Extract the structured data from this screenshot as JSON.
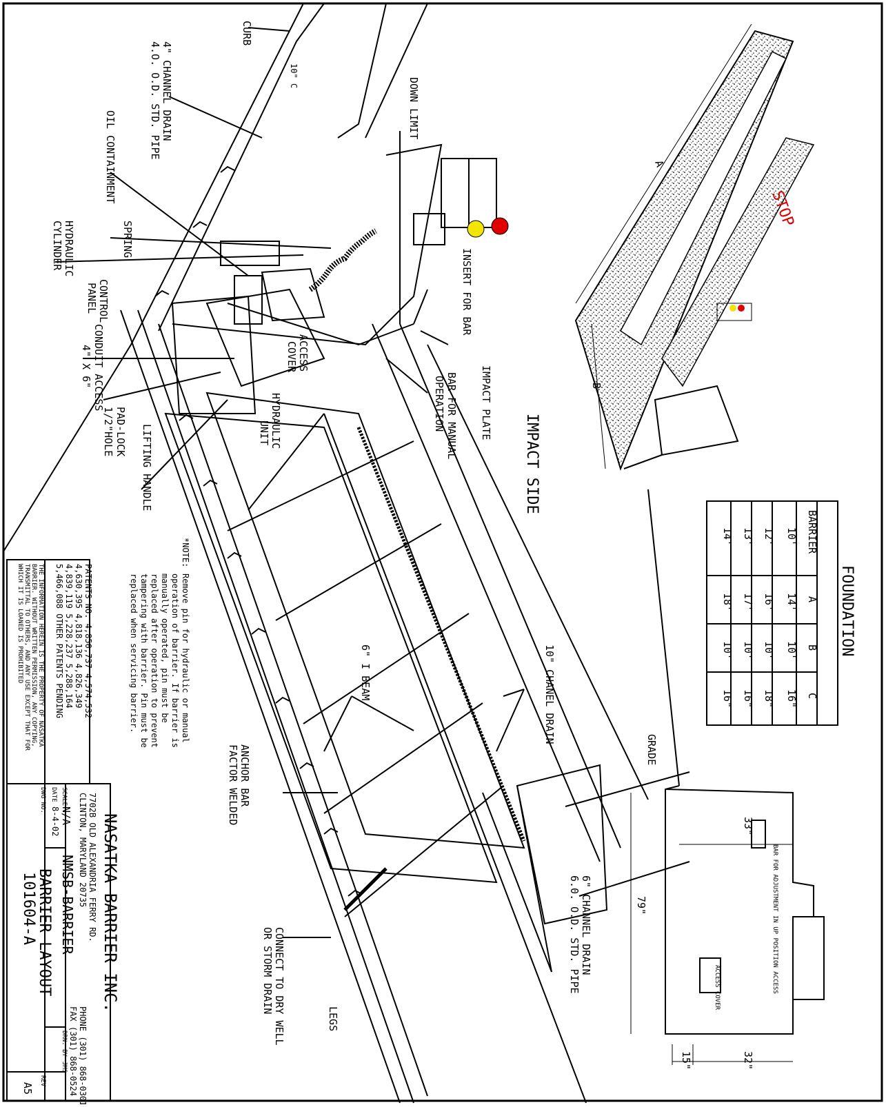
{
  "labels": {
    "curb": "CURB",
    "channel_drain_4": "4\" CHANNEL DRAIN",
    "pipe_4": "4.O. O.D. STD. PIPE",
    "down_limit": "DOWN LIMIT",
    "oil_containment": "OIL CONTAINMENT",
    "spring": "SPRING",
    "hydraulic": "HYDRAULIC",
    "cylinder": "CYLINDER",
    "control": "CONTROL",
    "panel": "PANEL",
    "conduit_access": "CONDUIT ACCESS",
    "conduit_size": "4\" X 6\"",
    "access": "ACCESS",
    "cover": "COVER",
    "pad_lock": "PAD-LOCK",
    "half_hole": "1/2\"HOLE",
    "lifting_handle": "LIFTING HANDLE",
    "hydraulic2": "HYDRAULIC",
    "unit": "UNIT",
    "insert_for_bar": "INSERT FOR BAR",
    "impact_plate": "IMPACT PLATE",
    "bar_manual": "BAR FOR MANUAL",
    "operation": "OPERATION",
    "impact_side": "IMPACT SIDE",
    "ten_c": "10\" C",
    "channel_drain_10": "10\" CHANEL DRAIN",
    "i_beam": "6\" I BEAM",
    "anchor_bar": "ANCHOR BAR",
    "factor_welded": "FACTOR WELDED",
    "channel_drain_6": "6\" CHANNEL DRAIN",
    "pipe_6": "6.0. O.D. STD. PIPE",
    "connect_dry": "CONNECT TO DRY WELL",
    "storm_drain": "OR STORM DRAIN",
    "legs": "LEGS",
    "grade": "GRADE",
    "dim_33": "33\"",
    "dim_79": "79\"",
    "dim_15": "15\"",
    "dim_32": "32\"",
    "dim_a": "A",
    "dim_b": "B",
    "side_note": "BAR FOR ADJUSTMENT IN UP POSITION ACCESS",
    "access_cover_small": "ACCESS COVER",
    "stop": "STOP"
  },
  "note": {
    "title": "*NOTE:",
    "lines": [
      "Remove pin for hydraulic or manual",
      "operation of barrier. If barrier is",
      "manually operated, pin must be",
      "replaced after operation to prevent",
      "tampering with barrier. Pin must be",
      "replaced when servicing barrier."
    ]
  },
  "patents": {
    "lines": [
      "PATENTS NO. 4,850,737 4,574,532",
      "4,630,395 4,818,136 4,826,349",
      "4,839,119 5,228,237 5,288,164",
      "5,466,088 OTHER PATENTS PENDING"
    ]
  },
  "disclaimer": [
    "THE INFORMATION HEREIN IS THE PROPERTY OF NASATKA",
    "BARRIER. WITHOUT WRITTEN PERMISSION, ANY COPYING,",
    "TRANSMITTAL TO OTHERS, AND ANY USE EXCEPT THAT FOR",
    "WHICH IT IS LOANED IS PROHIBITED"
  ],
  "foundation": {
    "title": "FOUNDATION",
    "headers": [
      "BARRIER",
      "A",
      "B",
      "C"
    ],
    "rows": [
      [
        "10'",
        "14'",
        "10'",
        "16\""
      ],
      [
        "12'",
        "16'",
        "10'",
        "18\""
      ],
      [
        "13'",
        "17'",
        "10'",
        "16\""
      ],
      [
        "14'",
        "18'",
        "10'",
        "16\""
      ]
    ]
  },
  "title_block": {
    "company": "NASATKA BARRIER INC.",
    "address1": "7702B OLD ALEXANDRIA FERRY RD.",
    "address2": "CLINTON, MARYLAND  20735",
    "phone": "PHONE (301) 868-0301",
    "fax": "FAX (301) 868-0524",
    "scale_label": "SCALE",
    "scale": "N/A",
    "date_label": "DATE",
    "date": "8-4-02",
    "product": "NMSB-BARRIER",
    "drawn_label": "DRN. BY",
    "drawn": "JMS",
    "title": "BARRIER LAYOUT",
    "dwg_label": "DWG NO.",
    "dwg_no": "101604-A",
    "rev_label": "REV",
    "rev": "A5"
  },
  "colors": {
    "line": "#000000",
    "light_red": "#e00000",
    "light_yellow": "#f2e600"
  }
}
